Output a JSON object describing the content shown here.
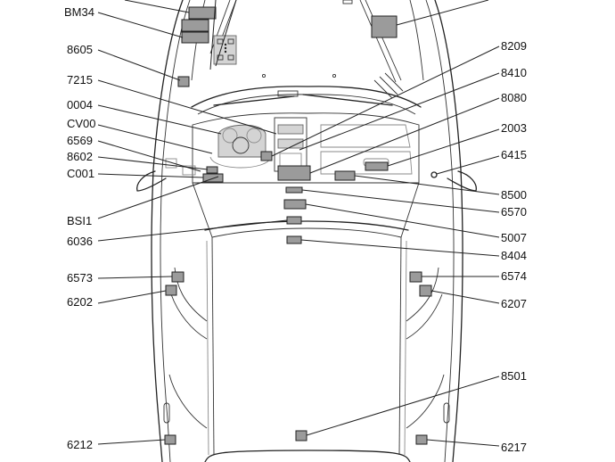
{
  "labels": {
    "l_bm34": "BM34",
    "l_8605": "8605",
    "l_7215": "7215",
    "l_0004": "0004",
    "l_cv00": "CV00",
    "l_6569": "6569",
    "l_8602": "8602",
    "l_c001": "C001",
    "l_bsi1": "BSI1",
    "l_6036": "6036",
    "l_6573": "6573",
    "l_6202": "6202",
    "l_6212": "6212",
    "l_8209": "8209",
    "l_8410": "8410",
    "l_8080": "8080",
    "l_2003": "2003",
    "l_6415": "6415",
    "l_8500": "8500",
    "l_6570": "6570",
    "l_5007": "5007",
    "l_8404": "8404",
    "l_6574": "6574",
    "l_6207": "6207",
    "l_8501": "8501",
    "l_6217": "6217"
  },
  "colors": {
    "module_fill": "#9b9b9b",
    "outline": "#222222"
  }
}
